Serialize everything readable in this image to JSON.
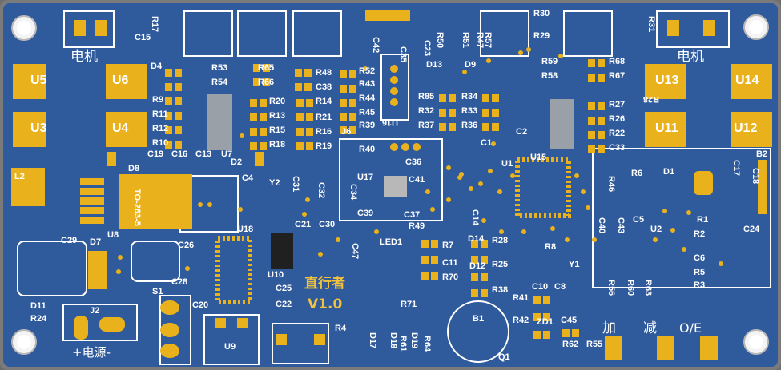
{
  "board": {
    "title": "直行者",
    "version": "V1.0",
    "colors": {
      "substrate": "#2f5a9c",
      "pad": "#e9b21c",
      "silkscreen": "#ffffff",
      "edge": "#7b7b7b"
    }
  },
  "texts": {
    "motor_left": "电机",
    "motor_right": "电机",
    "power": "+电源-",
    "plus": "加",
    "minus": "减",
    "onoff": "O/E",
    "pkg": "TO-263-5",
    "u16": "U16",
    "r28m": "R28"
  },
  "labels": [
    "U5",
    "U6",
    "U3",
    "U4",
    "U13",
    "U14",
    "U11",
    "U12",
    "U7",
    "U8",
    "U9",
    "U10",
    "U15",
    "U16",
    "U17",
    "U18",
    "U1",
    "U2",
    "D4",
    "D2",
    "D8",
    "D7",
    "D11",
    "D13",
    "D9",
    "D12",
    "D14",
    "D1",
    "D17",
    "D18",
    "D19",
    "ZD1",
    "R9",
    "R11",
    "R12",
    "R10",
    "R53",
    "R54",
    "R65",
    "R66",
    "R20",
    "R13",
    "R15",
    "R18",
    "R21",
    "R16",
    "R19",
    "R48",
    "R43",
    "R44",
    "R45",
    "R52",
    "R14",
    "R39",
    "R40",
    "R85",
    "R32",
    "R37",
    "R34",
    "R33",
    "R36",
    "R59",
    "R58",
    "R68",
    "R67",
    "R27",
    "R26",
    "R22",
    "R30",
    "R29",
    "R50",
    "R51",
    "R47",
    "R57",
    "R31",
    "R17",
    "R7",
    "R28",
    "R8",
    "R25",
    "R70",
    "R38",
    "R71",
    "R41",
    "R42",
    "R62",
    "R55",
    "R56",
    "R60",
    "R63",
    "R1",
    "R2",
    "R5",
    "R3",
    "R6",
    "R4",
    "R24",
    "R64",
    "R61",
    "R49",
    "R46",
    "C15",
    "C19",
    "C16",
    "C13",
    "C4",
    "C31",
    "C32",
    "C34",
    "C36",
    "C41",
    "C39",
    "C37",
    "C33",
    "C2",
    "C1",
    "C14",
    "C21",
    "C30",
    "C22",
    "C25",
    "C20",
    "C26",
    "C28",
    "C29",
    "C47",
    "C11",
    "C10",
    "C8",
    "C45",
    "C40",
    "C43",
    "C5",
    "C6",
    "C24",
    "C18",
    "C17",
    "C42",
    "C35",
    "C23",
    "C38",
    "L2",
    "J2",
    "J6",
    "B1",
    "B2",
    "Q1",
    "Y1",
    "Y2",
    "S1",
    "LED1"
  ]
}
